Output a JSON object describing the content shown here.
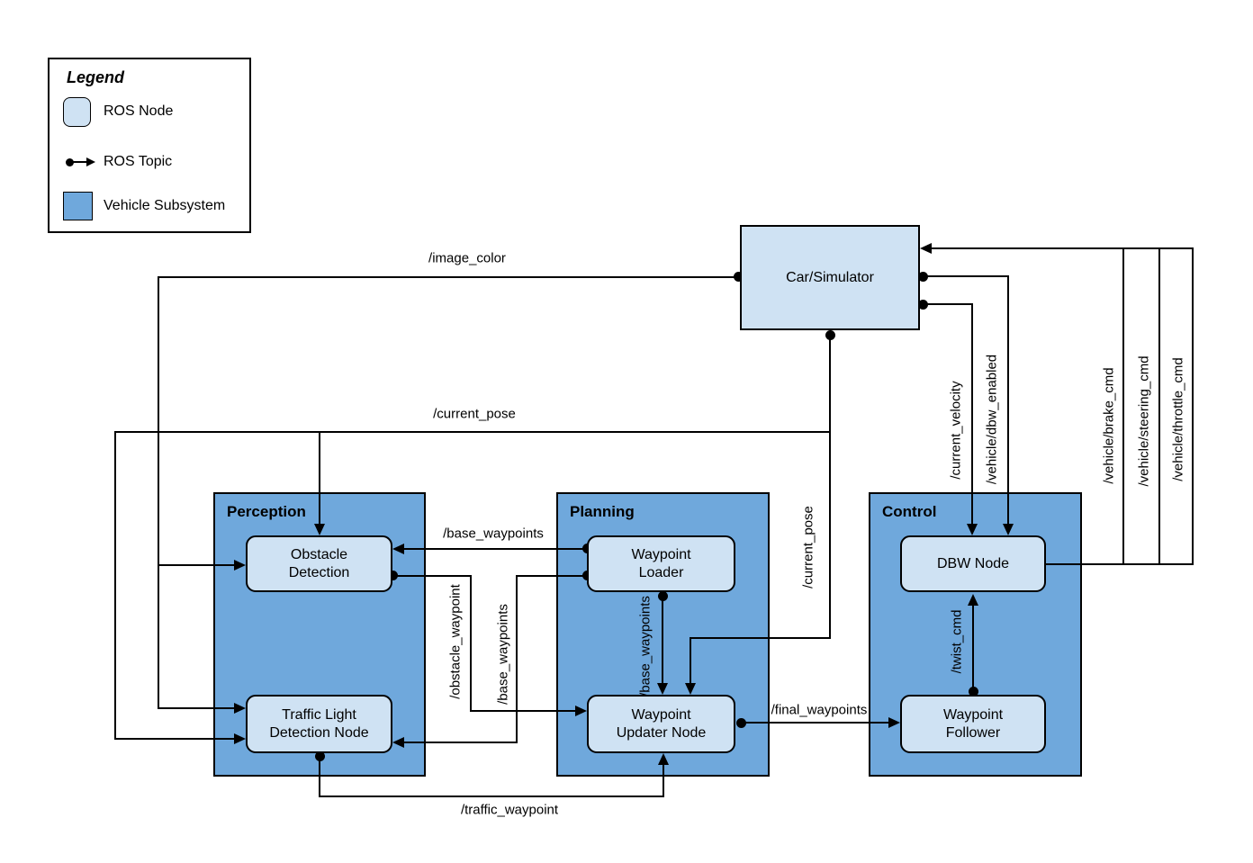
{
  "legend": {
    "title": "Legend",
    "ros_node": "ROS Node",
    "ros_topic": "ROS Topic",
    "vehicle_subsystem": "Vehicle Subsystem"
  },
  "subsystems": {
    "perception": "Perception",
    "planning": "Planning",
    "control": "Control"
  },
  "nodes": {
    "car_simulator": "Car/Simulator",
    "obstacle_detection": "Obstacle\nDetection",
    "traffic_light_detection": "Traffic Light\nDetection Node",
    "waypoint_loader": "Waypoint\nLoader",
    "waypoint_updater": "Waypoint\nUpdater Node",
    "dbw_node": "DBW Node",
    "waypoint_follower": "Waypoint\nFollower"
  },
  "topics": {
    "image_color": "/image_color",
    "current_pose": "/current_pose",
    "current_pose_vertical": "/current_pose",
    "base_waypoints_top": "/base_waypoints",
    "base_waypoints_left": "/base_waypoints",
    "base_waypoints_mid": "/base_waypoints",
    "obstacle_waypoint": "/obstacle_waypoint",
    "traffic_waypoint": "/traffic_waypoint",
    "final_waypoints": "/final_waypoints",
    "twist_cmd": "/twist_cmd",
    "current_velocity": "/current_velocity",
    "dbw_enabled": "/vehicle/dbw_enabled",
    "brake_cmd": "/vehicle/brake_cmd",
    "steering_cmd": "/vehicle/steering_cmd",
    "throttle_cmd": "/vehicle/throttle_cmd"
  },
  "colors": {
    "node_fill": "#cfe2f3",
    "subsystem_fill": "#6fa8dc",
    "line": "#000000"
  }
}
